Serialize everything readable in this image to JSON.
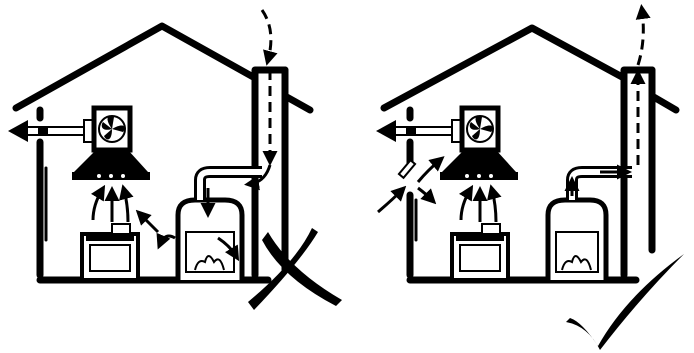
{
  "scenes": [
    {
      "id": "incorrect",
      "verdict": "cross-mark"
    },
    {
      "id": "correct",
      "verdict": "check-mark"
    }
  ],
  "colors": {
    "ink": "#000000",
    "background": "#ffffff"
  },
  "icons": [
    "fan-icon",
    "exhaust-arrow-icon",
    "airflow-arrow-icon",
    "cross-icon",
    "check-icon"
  ]
}
